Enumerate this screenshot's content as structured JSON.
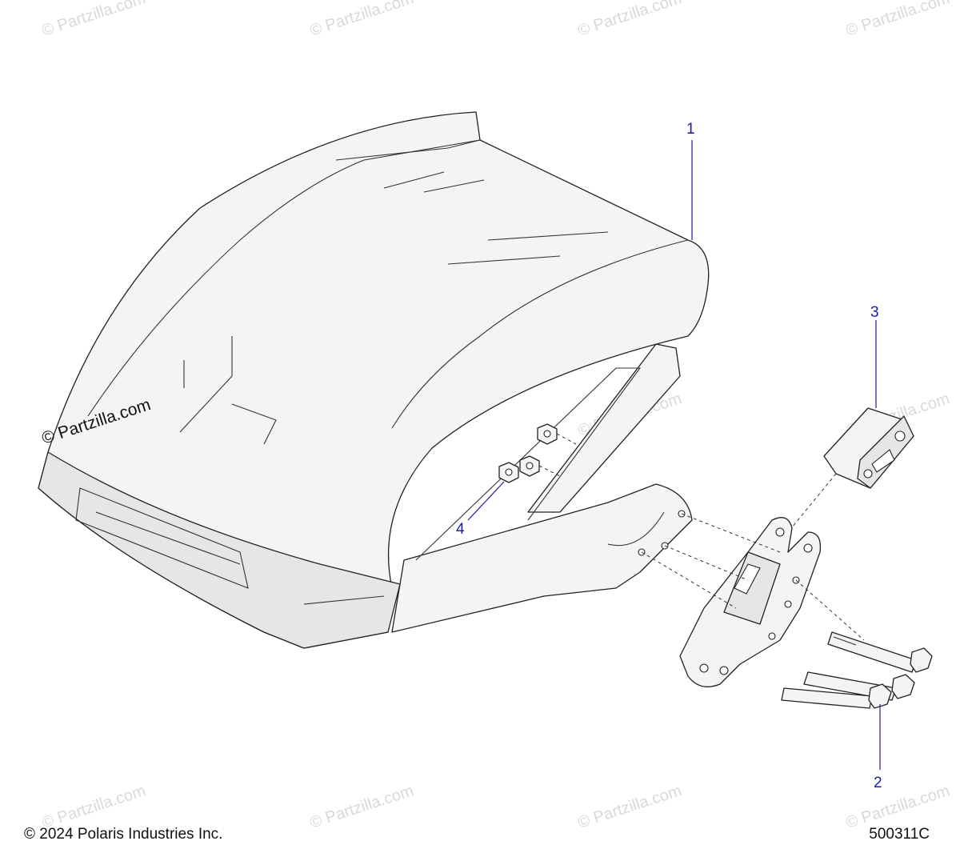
{
  "watermark": {
    "text": "© Partzilla.com",
    "prominent_text": "© Partzilla.com"
  },
  "callouts": [
    {
      "id": "1",
      "label": "1"
    },
    {
      "id": "2",
      "label": "2"
    },
    {
      "id": "3",
      "label": "3"
    },
    {
      "id": "4",
      "label": "4"
    }
  ],
  "footer": {
    "copyright": "© 2024 Polaris Industries Inc.",
    "diagram_id": "500311C"
  },
  "colors": {
    "callout": "#1a1aa8",
    "line_art": "#222222",
    "watermark": "#d9d9d9"
  }
}
